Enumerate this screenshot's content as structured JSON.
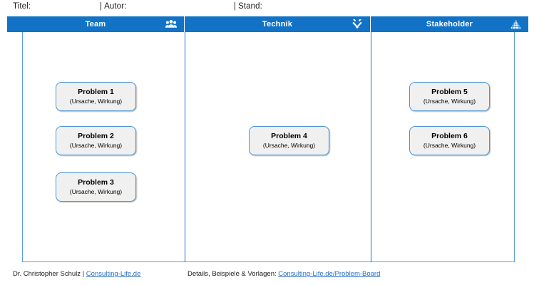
{
  "meta": {
    "titel_label": "Titel:",
    "autor_label": "Autor:",
    "stand_label": "Stand:",
    "separator": "|"
  },
  "board": {
    "columns": [
      {
        "id": "team",
        "label": "Team",
        "icon": "people-group-icon",
        "cards": [
          {
            "title": "Problem 1",
            "subtitle": "(Ursache, Wirkung)"
          },
          {
            "title": "Problem 2",
            "subtitle": "(Ursache, Wirkung)"
          },
          {
            "title": "Problem 3",
            "subtitle": "(Ursache, Wirkung)"
          }
        ]
      },
      {
        "id": "technik",
        "label": "Technik",
        "icon": "crossed-hammers-icon",
        "cards": [
          {
            "title": "Problem 4",
            "subtitle": "(Ursache, Wirkung)"
          }
        ]
      },
      {
        "id": "stakeholder",
        "label": "Stakeholder",
        "icon": "pyramid-hierarchy-icon",
        "cards": [
          {
            "title": "Problem 5",
            "subtitle": "(Ursache, Wirkung)"
          },
          {
            "title": "Problem 6",
            "subtitle": "(Ursache, Wirkung)"
          }
        ]
      }
    ]
  },
  "footer": {
    "left_text": "Dr. Christopher Schulz | ",
    "left_link": "Consulting-Life.de",
    "right_text": "Details, Beispiele & Vorlagen: ",
    "right_link": "Consulting-Life.de/Problem-Board"
  },
  "colors": {
    "header_blue": "#1273c6",
    "border_blue": "#5c9fd8",
    "card_border": "#4d95d4",
    "card_fill": "#f0f0f0",
    "link_blue": "#2a6fc0"
  }
}
